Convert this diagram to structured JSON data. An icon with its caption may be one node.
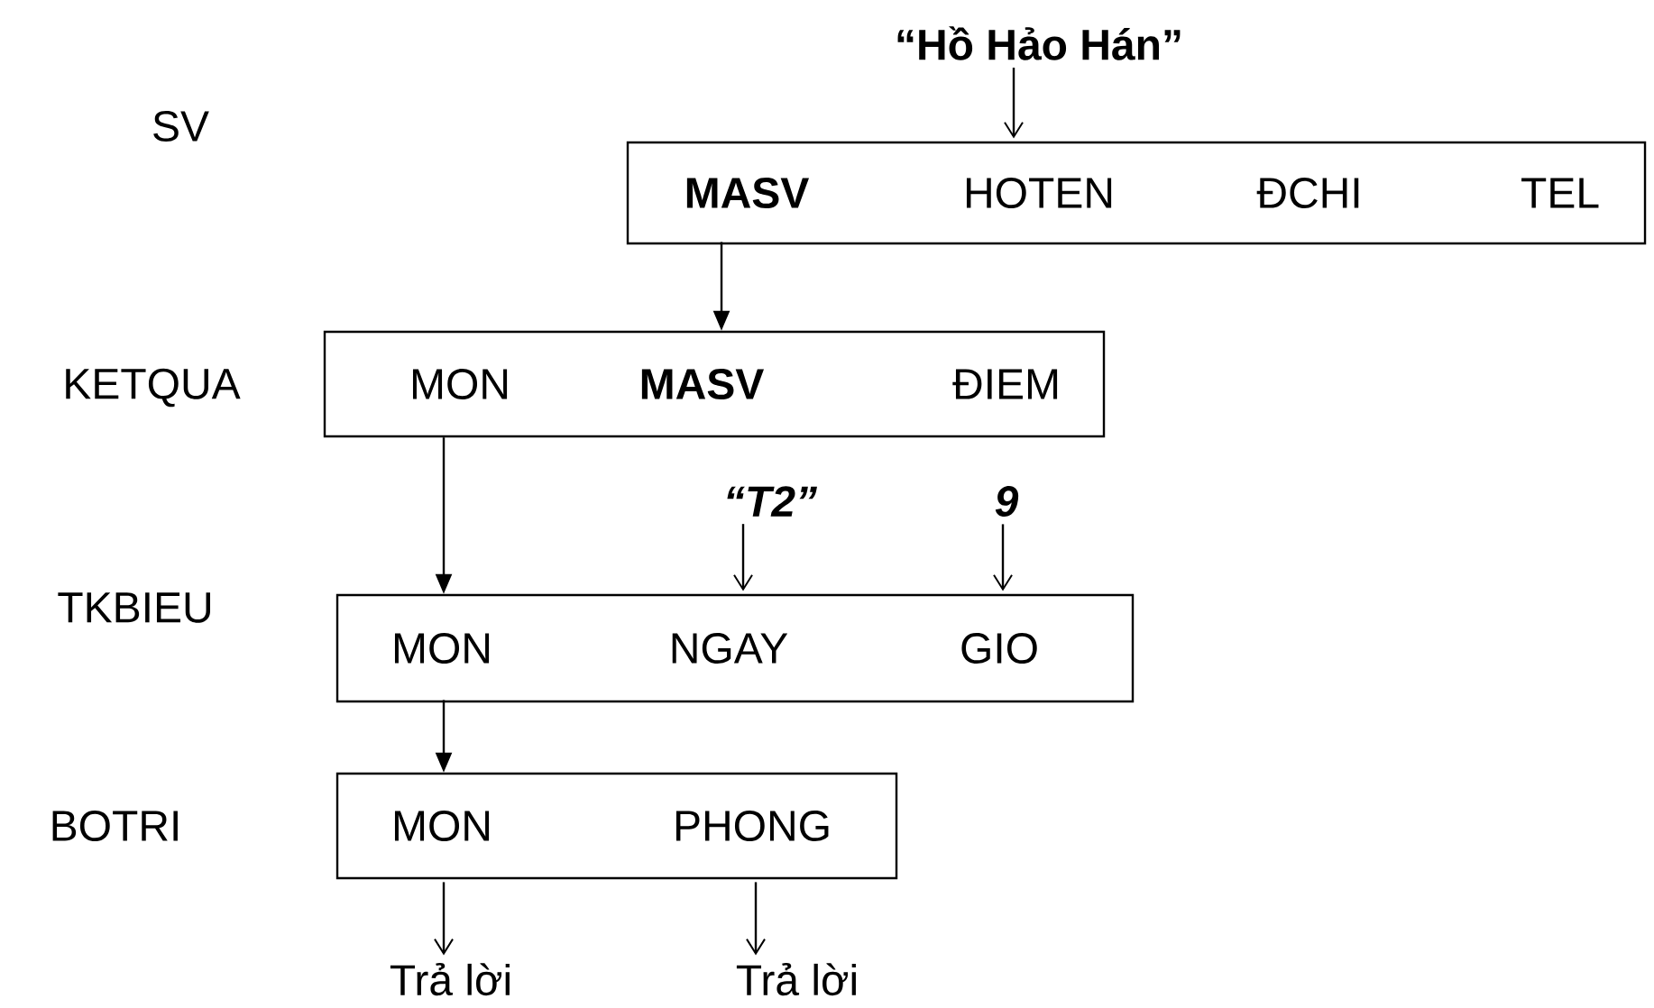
{
  "diagram": {
    "nodes": [
      {
        "text": [],
        "shape": "box"
      },
      {
        "text": [
          "MASV"
        ],
        "in": 0
      },
      {
        "text": [
          "HOTEN"
        ],
        "in": 0
      },
      {
        "text": [
          "ĐCHI"
        ],
        "in": 0
      },
      {
        "text": [
          "TEL"
        ],
        "in": 0
      },
      {
        "text": [],
        "shape": "box"
      },
      {
        "text": [
          "MON"
        ],
        "in": 5
      },
      {
        "text": [
          "MASV"
        ],
        "in": 5
      },
      {
        "text": [
          "ĐIEM"
        ],
        "in": 5
      },
      {
        "text": [],
        "shape": "box"
      },
      {
        "text": [
          "MON"
        ],
        "in": 9
      },
      {
        "text": [
          "NGAY"
        ],
        "in": 9
      },
      {
        "text": [
          "GIO"
        ],
        "in": 9
      },
      {
        "text": [],
        "shape": "box"
      },
      {
        "text": [
          "MON"
        ],
        "in": 13
      },
      {
        "text": [
          "PHONG"
        ],
        "in": 13
      },
      {
        "text": [
          "“Hồ Hảo Hán”"
        ]
      },
      {
        "text": [
          "“T2”"
        ]
      },
      {
        "text": [
          "9"
        ]
      },
      {
        "text": [
          "Trả lời"
        ]
      },
      {
        "text": [
          "Trả lời"
        ]
      }
    ],
    "edges": [
      {
        "from": 16,
        "to": 2,
        "arrow": "to"
      },
      {
        "from": 1,
        "to": 5,
        "arrow": "to"
      },
      {
        "from": 5,
        "to": 9,
        "arrow": "to"
      },
      {
        "from": 17,
        "to": 11,
        "arrow": "to"
      },
      {
        "from": 18,
        "to": 12,
        "arrow": "to"
      },
      {
        "from": 10,
        "to": 13,
        "arrow": "to"
      },
      {
        "from": 14,
        "to": 19,
        "arrow": "to"
      },
      {
        "from": 15,
        "to": 20,
        "arrow": "to"
      }
    ],
    "labels": [
      "SV",
      "KETQUA",
      "TKBIEU",
      "BOTRI"
    ]
  }
}
